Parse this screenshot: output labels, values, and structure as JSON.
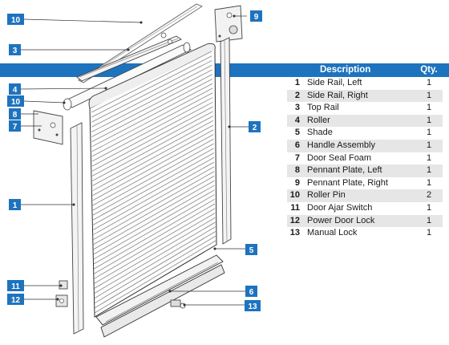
{
  "table": {
    "headers": {
      "number": "",
      "description": "Description",
      "qty": "Qty."
    },
    "rows": [
      {
        "number": "1",
        "description": "Side Rail, Left",
        "qty": "1"
      },
      {
        "number": "2",
        "description": "Side Rail, Right",
        "qty": "1"
      },
      {
        "number": "3",
        "description": "Top Rail",
        "qty": "1"
      },
      {
        "number": "4",
        "description": "Roller",
        "qty": "1"
      },
      {
        "number": "5",
        "description": "Shade",
        "qty": "1"
      },
      {
        "number": "6",
        "description": "Handle Assembly",
        "qty": "1"
      },
      {
        "number": "7",
        "description": "Door Seal Foam",
        "qty": "1"
      },
      {
        "number": "8",
        "description": "Pennant Plate, Left",
        "qty": "1"
      },
      {
        "number": "9",
        "description": "Pennant Plate, Right",
        "qty": "1"
      },
      {
        "number": "10",
        "description": "Roller Pin",
        "qty": "2"
      },
      {
        "number": "11",
        "description": "Door Ajar Switch",
        "qty": "1"
      },
      {
        "number": "12",
        "description": "Power Door Lock",
        "qty": "1"
      },
      {
        "number": "13",
        "description": "Manual Lock",
        "qty": "1"
      }
    ]
  },
  "callouts": [
    "1",
    "2",
    "3",
    "4",
    "5",
    "6",
    "7",
    "8",
    "9",
    "10",
    "10",
    "11",
    "12",
    "13"
  ],
  "colors": {
    "accent": "#1e73be",
    "row_shade": "#e6e6e6",
    "line": "#333333"
  }
}
